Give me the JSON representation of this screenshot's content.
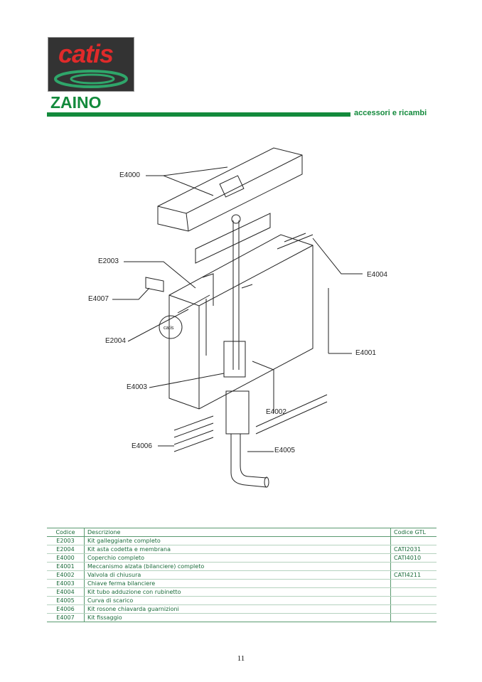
{
  "header": {
    "logo_text": "catis",
    "title": "ZAINO",
    "subtitle": "accessori e ricambi"
  },
  "diagram": {
    "labels": [
      "E4000",
      "E2003",
      "E4007",
      "E2004",
      "E4003",
      "E4006",
      "E4005",
      "E4002",
      "E4001",
      "E4004"
    ]
  },
  "table": {
    "headers": [
      "Codice",
      "Descrizione",
      "Codice GTL"
    ],
    "rows": [
      [
        "E2003",
        "Kit galleggiante completo",
        ""
      ],
      [
        "E2004",
        "Kit asta codetta e membrana",
        "CATI2031"
      ],
      [
        "E4000",
        "Coperchio completo",
        "CATI4010"
      ],
      [
        "E4001",
        "Meccanismo alzata (bilanciere) completo",
        ""
      ],
      [
        "E4002",
        "Valvola di chiusura",
        "CATI4211"
      ],
      [
        "E4003",
        "Chiave ferma bilanciere",
        ""
      ],
      [
        "E4004",
        "Kit tubo adduzione con rubinetto",
        ""
      ],
      [
        "E4005",
        "Curva di scarico",
        ""
      ],
      [
        "E4006",
        "Kit rosone chiavarda guarnizioni",
        ""
      ],
      [
        "E4007",
        "Kit fissaggio",
        ""
      ]
    ]
  },
  "page_number": "11"
}
